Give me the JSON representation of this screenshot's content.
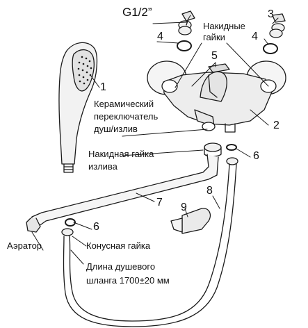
{
  "callouts": {
    "thread_size": "G1/2”",
    "n1": "1",
    "n2": "2",
    "n3": "3",
    "n4_left": "4",
    "n4_right": "4",
    "n5": "5",
    "n6_top": "6",
    "n6_bottom": "6",
    "n7": "7",
    "n8": "8",
    "n9": "9"
  },
  "labels": {
    "union_nuts_line1": "Накидные",
    "union_nuts_line2": "гайки",
    "ceramic_line1": "Керамический",
    "ceramic_line2": "переключатель",
    "ceramic_line3": "душ/излив",
    "spout_nut_line1": "Накидная гайка",
    "spout_nut_line2": "излива",
    "aerator": "Аэратор",
    "cone_nut": "Конусная гайка",
    "hose_length_line1": "Длина душевого",
    "hose_length_line2": "шланга 1700±20 мм"
  }
}
